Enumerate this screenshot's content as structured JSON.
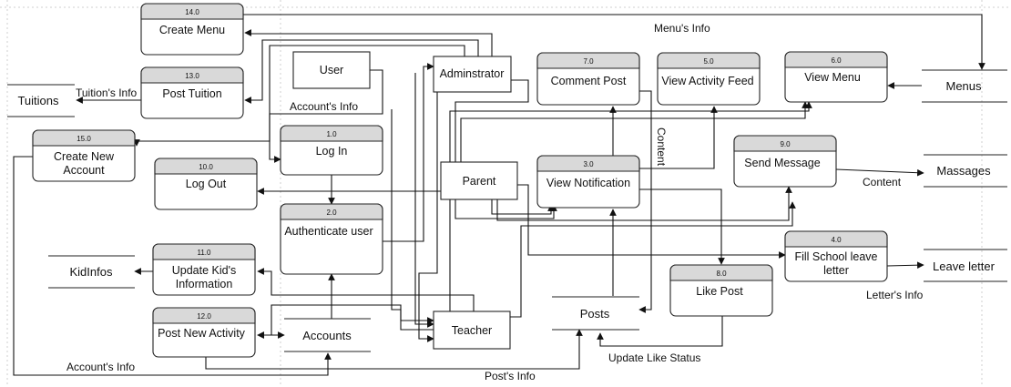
{
  "processes": [
    {
      "id": "p14",
      "num": "14.0",
      "label": [
        "Create Menu"
      ]
    },
    {
      "id": "p13",
      "num": "13.0",
      "label": [
        "Post Tuition"
      ]
    },
    {
      "id": "p15",
      "num": "15.0",
      "label": [
        "Create New",
        "Account"
      ]
    },
    {
      "id": "p10",
      "num": "10.0",
      "label": [
        "Log Out"
      ]
    },
    {
      "id": "p1",
      "num": "1.0",
      "label": [
        "Log In"
      ]
    },
    {
      "id": "p2",
      "num": "2.0",
      "label": [
        "Authenticate user"
      ]
    },
    {
      "id": "p11",
      "num": "11.0",
      "label": [
        "Update Kid's",
        "Information"
      ]
    },
    {
      "id": "p12",
      "num": "12.0",
      "label": [
        "Post New Activity"
      ]
    },
    {
      "id": "p7",
      "num": "7.0",
      "label": [
        "Comment Post"
      ]
    },
    {
      "id": "p5",
      "num": "5.0",
      "label": [
        "View Activity Feed"
      ]
    },
    {
      "id": "p6",
      "num": "6.0",
      "label": [
        "View Menu"
      ]
    },
    {
      "id": "p3",
      "num": "3.0",
      "label": [
        "View Notification"
      ]
    },
    {
      "id": "p9",
      "num": "9.0",
      "label": [
        "Send Message"
      ]
    },
    {
      "id": "p4",
      "num": "4.0",
      "label": [
        "Fill School leave",
        "letter"
      ]
    },
    {
      "id": "p8",
      "num": "8.0",
      "label": [
        "Like Post"
      ]
    }
  ],
  "entities": [
    {
      "id": "user",
      "label": "User"
    },
    {
      "id": "admin",
      "label": "Adminstrator"
    },
    {
      "id": "parent",
      "label": "Parent"
    },
    {
      "id": "teacher",
      "label": "Teacher"
    }
  ],
  "stores": [
    {
      "id": "tuitions",
      "label": "Tuitions"
    },
    {
      "id": "kidinfos",
      "label": "KidInfos"
    },
    {
      "id": "accounts",
      "label": "Accounts"
    },
    {
      "id": "posts",
      "label": "Posts"
    },
    {
      "id": "menus",
      "label": "Menus"
    },
    {
      "id": "massages",
      "label": "Massages"
    },
    {
      "id": "leave",
      "label": "Leave letter"
    }
  ],
  "flow_labels": [
    {
      "id": "menus-info",
      "text": "Menu's Info"
    },
    {
      "id": "tuition-info",
      "text": "Tuition's Info"
    },
    {
      "id": "account-info-top",
      "text": "Account's Info"
    },
    {
      "id": "content-vertical",
      "text": "Content"
    },
    {
      "id": "content-msg",
      "text": "Content"
    },
    {
      "id": "letter-info",
      "text": "Letter's Info"
    },
    {
      "id": "update-like",
      "text": "Update Like Status"
    },
    {
      "id": "account-info-bottom",
      "text": "Account's Info"
    },
    {
      "id": "post-info",
      "text": "Post's Info"
    }
  ],
  "colors": {
    "header": "#d9d9d9",
    "stroke": "#222222",
    "grid": "#cfcfcf"
  }
}
